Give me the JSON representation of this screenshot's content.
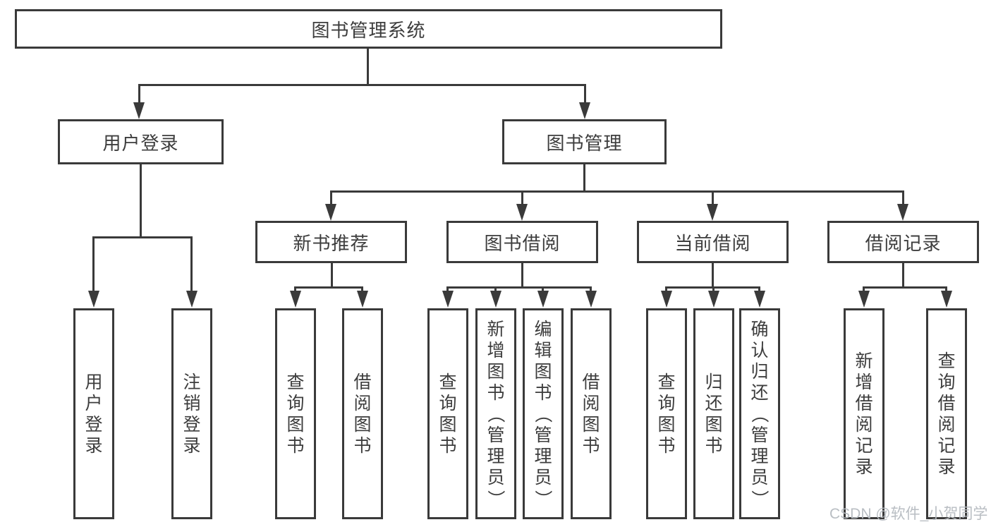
{
  "tree": {
    "root": "图书管理系统",
    "branches": [
      {
        "label": "用户登录",
        "children": [
          "用户登录",
          "注销登录"
        ]
      },
      {
        "label": "图书管理",
        "children": [
          {
            "label": "新书推荐",
            "children": [
              "查询图书",
              "借阅图书"
            ]
          },
          {
            "label": "图书借阅",
            "children": [
              "查询图书",
              "新增图书（管理员）",
              "编辑图书（管理员）",
              "借阅图书"
            ]
          },
          {
            "label": "当前借阅",
            "children": [
              "查询图书",
              "归还图书",
              "确认归还（管理员）"
            ]
          },
          {
            "label": "借阅记录",
            "children": [
              "新增借阅记录",
              "查询借阅记录"
            ]
          }
        ]
      }
    ]
  },
  "watermark": "CSDN @软件_小贺同学",
  "colors": {
    "line": "#3a3a3a",
    "text": "#3d3d3d",
    "background": "#ffffff",
    "watermark": "#b5bac0"
  }
}
